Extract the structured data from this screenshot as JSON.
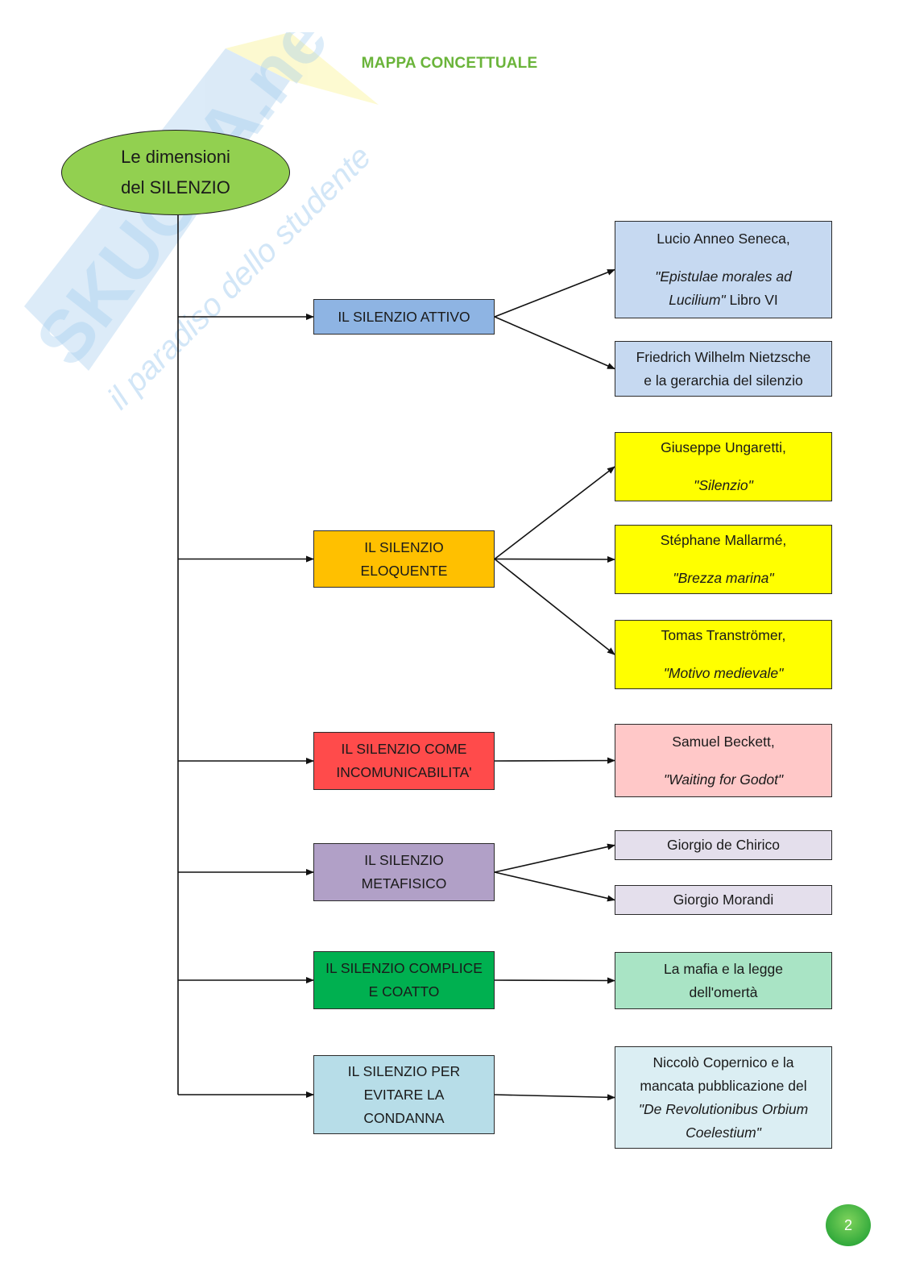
{
  "document": {
    "title": "MAPPA CONCETTUALE",
    "page_number": "2",
    "watermark": {
      "brand": "SKUOLA.net",
      "tagline": "il paradiso dello studente"
    }
  },
  "root": {
    "lines": [
      "Le dimensioni",
      "del SILENZIO"
    ],
    "color": "#92d050"
  },
  "categories": [
    {
      "lines": [
        "IL SILENZIO ATTIVO"
      ],
      "color": "#8eb4e3",
      "children": [
        {
          "color": "#c6d9f1",
          "parts": [
            {
              "text": "Lucio Anneo Seneca,",
              "italic": false
            },
            {
              "gap": true
            },
            {
              "text": "\"Epistulae  morales ad",
              "italic": true
            },
            {
              "text": "Lucilium\"",
              "italic": true,
              "suffix": " Libro VI"
            }
          ]
        },
        {
          "color": "#c6d9f1",
          "parts": [
            {
              "text": "Friedrich Wilhelm Nietzsche",
              "italic": false
            },
            {
              "text": "e la gerarchia del silenzio",
              "italic": false
            }
          ]
        }
      ]
    },
    {
      "lines": [
        "IL SILENZIO",
        "ELOQUENTE"
      ],
      "color": "#ffc000",
      "children": [
        {
          "color": "#ffff00",
          "parts": [
            {
              "text": "Giuseppe Ungaretti,",
              "italic": false
            },
            {
              "gap": true
            },
            {
              "text": "\"Silenzio\"",
              "italic": true
            }
          ]
        },
        {
          "color": "#ffff00",
          "parts": [
            {
              "text": "Stéphane Mallarmé,",
              "italic": false
            },
            {
              "gap": true
            },
            {
              "text": "\"Brezza marina\"",
              "italic": true
            }
          ]
        },
        {
          "color": "#ffff00",
          "parts": [
            {
              "text": "Tomas Tranströmer,",
              "italic": false
            },
            {
              "gap": true
            },
            {
              "text": "\"Motivo medievale\"",
              "italic": true
            }
          ]
        }
      ]
    },
    {
      "lines": [
        "IL SILENZIO COME",
        "INCOMUNICABILITA'"
      ],
      "color": "#ff4b4b",
      "children": [
        {
          "color": "#ffc8c8",
          "parts": [
            {
              "text": "Samuel Beckett,",
              "italic": false
            },
            {
              "gap": true
            },
            {
              "text": "\"Waiting for Godot\"",
              "italic": true
            }
          ]
        }
      ]
    },
    {
      "lines": [
        "IL SILENZIO",
        "METAFISICO"
      ],
      "color": "#b1a0c7",
      "children": [
        {
          "color": "#e4dfec",
          "parts": [
            {
              "text": "Giorgio de Chirico",
              "italic": false
            }
          ]
        },
        {
          "color": "#e4dfec",
          "parts": [
            {
              "text": "Giorgio Morandi",
              "italic": false
            }
          ]
        }
      ]
    },
    {
      "lines": [
        "IL SILENZIO COMPLICE",
        "E COATTO"
      ],
      "color": "#00b050",
      "children": [
        {
          "color": "#a9e4c5",
          "parts": [
            {
              "text": "La mafia e la legge",
              "italic": false
            },
            {
              "text": "dell'omertà",
              "italic": false
            }
          ]
        }
      ]
    },
    {
      "lines": [
        "IL SILENZIO PER",
        "EVITARE LA",
        "CONDANNA"
      ],
      "color": "#b7dde8",
      "children": [
        {
          "color": "#dbeef3",
          "parts": [
            {
              "text": "Niccolò Copernico e la",
              "italic": false
            },
            {
              "text": "mancata pubblicazione del",
              "italic": false
            },
            {
              "text": "\"De Revolutionibus Orbium",
              "italic": true
            },
            {
              "text": "Coelestium\"",
              "italic": true
            }
          ]
        }
      ]
    }
  ]
}
